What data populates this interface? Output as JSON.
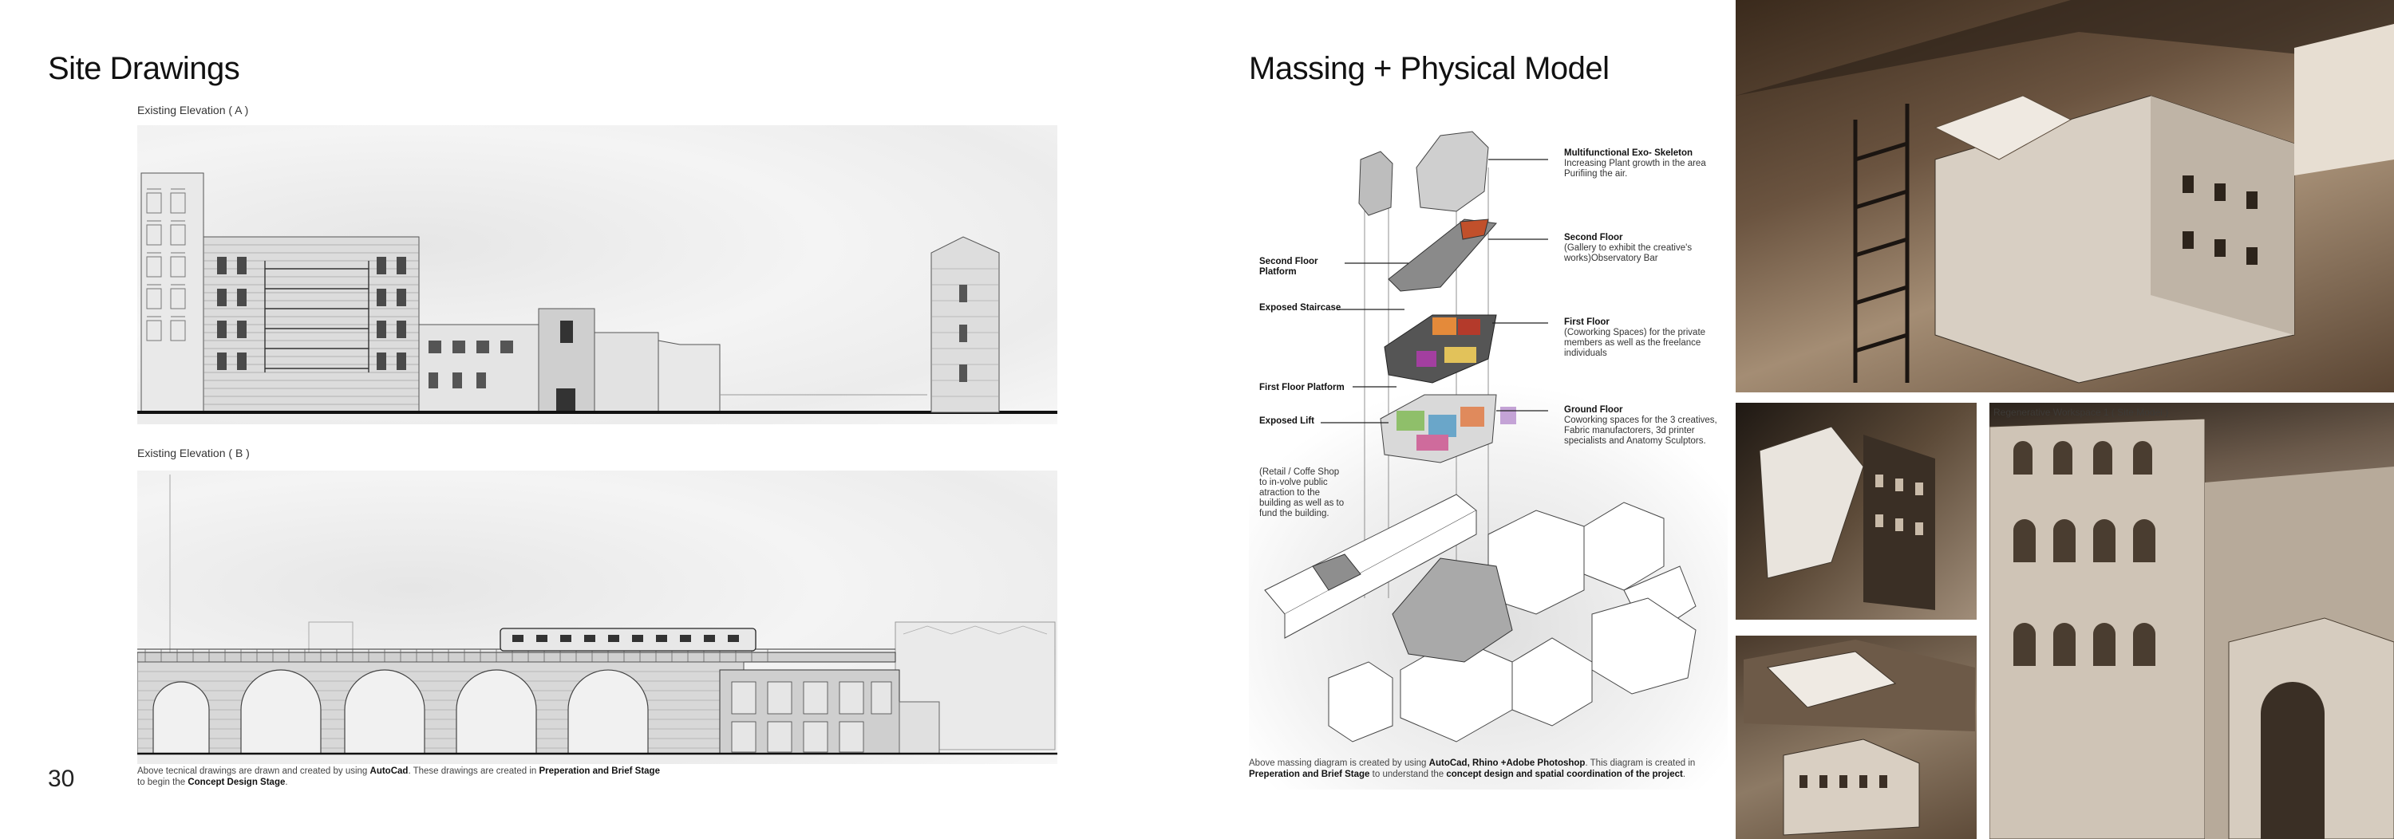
{
  "left": {
    "title": "Site Drawings",
    "elevation_a_label": "Existing Elevation ( A )",
    "elevation_b_label": "Existing Elevation ( B )",
    "footnote": {
      "p1": "Above tecnical drawings are drawn and created by using ",
      "b1": "AutoCad",
      "p2": ". These drawings are created in ",
      "b2": "Preperation and Brief Stage",
      "p3": "to begin the ",
      "b3": "Concept Design Stage",
      "p4": "."
    },
    "page_number": "30"
  },
  "middle": {
    "title": "Massing + Physical Model",
    "labels_right": [
      {
        "title": "Multifunctional Exo- Skeleton",
        "body": "Increasing Plant growth in the area Purifiing the air."
      },
      {
        "title": "Second Floor",
        "body": "(Gallery to exhibit the creative's works)Observatory Bar"
      },
      {
        "title": "First Floor",
        "body": "(Coworking Spaces) for the private members as well as the freelance individuals"
      },
      {
        "title": "Ground Floor",
        "body": "Coworking spaces for the 3 creatives, Fabric manufactorers, 3d printer specialists and Anatomy Sculptors."
      }
    ],
    "labels_left": [
      {
        "title": "Second Floor Platform"
      },
      {
        "title": "Exposed Staircase"
      },
      {
        "title": "First Floor Platform"
      },
      {
        "title": "Exposed Lift"
      }
    ],
    "retail_note": "(Retail / Coffe Shop to in-volve public atraction to the building as well as to fund the building.",
    "footnote": {
      "p1": "Above massing diagram is created by using ",
      "b1": "AutoCad, Rhino +Adobe Photoshop",
      "p2": ". This diagram is created in ",
      "b2": "Preperation and Brief Stage",
      "p3": " to understand the ",
      "b3": "concept design and spatial coordination of the project",
      "p4": "."
    }
  },
  "right": {
    "photo_caption": "Regenerative Workspace 1 ( Site Model )"
  }
}
